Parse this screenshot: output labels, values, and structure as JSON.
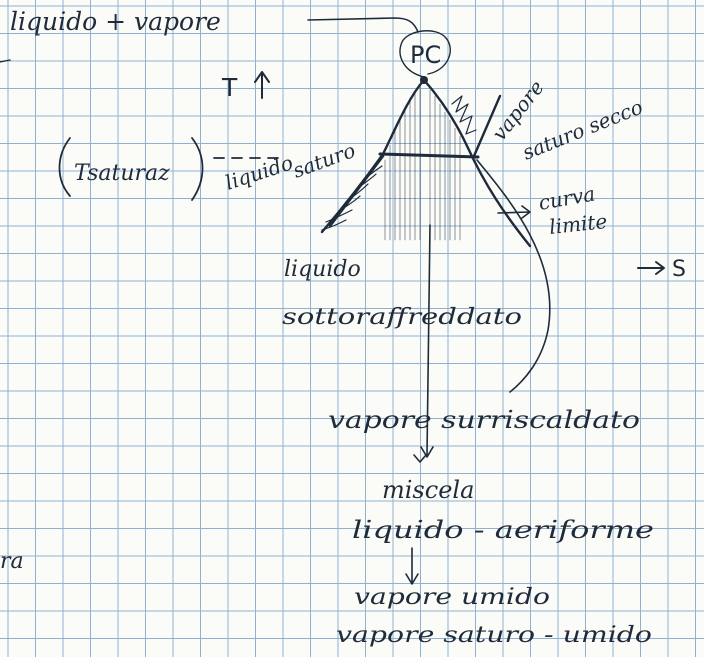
{
  "colors": {
    "paper": "#fbfbf8",
    "grid": "#8fb1cf",
    "ink": "#1f2b3a"
  },
  "labels": {
    "liquid_vapor": "liquido + vapore",
    "critical_point": "PC",
    "temperature_axis": "T",
    "entropy_axis": "S",
    "t_saturation": "Tsaturaz",
    "saturated_liquid_1": "liquido",
    "saturated_liquid_2": "saturo",
    "saturated_vapor_1": "vapore",
    "saturated_vapor_2": "saturo secco",
    "limit_curve_1": "curva",
    "limit_curve_2": "limite",
    "subcooled_liquid_1": "liquido",
    "subcooled_liquid_2": "sottoraffreddato",
    "superheated_vapor": "vapore surriscaldato",
    "mixture_1": "miscela",
    "mixture_2": "liquido - aeriforme",
    "wet_vapor": "vapore umido",
    "wet_saturated_vapor": "vapore saturo - umido",
    "left_fragment": "ra"
  }
}
